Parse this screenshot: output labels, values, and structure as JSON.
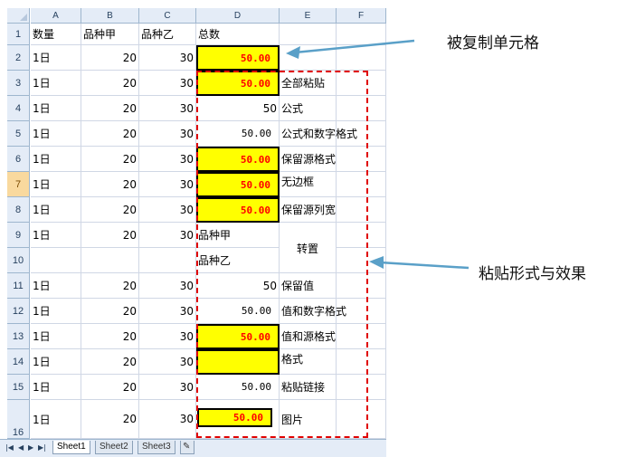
{
  "columns": [
    "A",
    "B",
    "C",
    "D",
    "E",
    "F"
  ],
  "rows": [
    "1",
    "2",
    "3",
    "4",
    "5",
    "6",
    "7",
    "8",
    "9",
    "10",
    "11",
    "12",
    "13",
    "14",
    "15",
    "16"
  ],
  "selected_row": "7",
  "header": {
    "a": "数量",
    "b": "品种甲",
    "c": "品种乙",
    "d": "总数"
  },
  "data_rows": [
    {
      "row": "2",
      "a": "1日",
      "b": "20",
      "c": "30",
      "d": "50.00",
      "e": ""
    },
    {
      "row": "3",
      "a": "1日",
      "b": "20",
      "c": "30",
      "d": "50.00",
      "e": "全部粘贴"
    },
    {
      "row": "4",
      "a": "1日",
      "b": "20",
      "c": "30",
      "d": "50",
      "e": "公式"
    },
    {
      "row": "5",
      "a": "1日",
      "b": "20",
      "c": "30",
      "d": "50.00",
      "e": "公式和数字格式"
    },
    {
      "row": "6",
      "a": "1日",
      "b": "20",
      "c": "30",
      "d": "50.00",
      "e": "保留源格式"
    },
    {
      "row": "7",
      "a": "1日",
      "b": "20",
      "c": "30",
      "d": "50.00",
      "e": "无边框"
    },
    {
      "row": "8",
      "a": "1日",
      "b": "20",
      "c": "30",
      "d": "50.00",
      "e": "保留源列宽"
    },
    {
      "row": "9",
      "a": "1日",
      "b": "20",
      "c": "30",
      "d": "品种甲",
      "e": "转置"
    },
    {
      "row": "10",
      "a": "",
      "b": "",
      "c": "",
      "d": "品种乙",
      "e": ""
    },
    {
      "row": "11",
      "a": "1日",
      "b": "20",
      "c": "30",
      "d": "50",
      "e": "保留值"
    },
    {
      "row": "12",
      "a": "1日",
      "b": "20",
      "c": "30",
      "d": "50.00",
      "e": "值和数字格式"
    },
    {
      "row": "13",
      "a": "1日",
      "b": "20",
      "c": "30",
      "d": "50.00",
      "e": "值和源格式"
    },
    {
      "row": "14",
      "a": "1日",
      "b": "20",
      "c": "30",
      "d": "",
      "e": "格式"
    },
    {
      "row": "15",
      "a": "1日",
      "b": "20",
      "c": "30",
      "d": "50.00",
      "e": "粘贴链接"
    },
    {
      "row": "16",
      "a": "1日",
      "b": "20",
      "c": "30",
      "d": "50.00",
      "e": "图片"
    }
  ],
  "sheet_tabs": [
    "Sheet1",
    "Sheet2",
    "Sheet3"
  ],
  "annotations": {
    "copied_cell": "被复制单元格",
    "paste_effects": "粘贴形式与效果"
  },
  "colors": {
    "highlight": "#ffff00",
    "value_red": "#ff0000",
    "dash_box": "#e00000",
    "arrow": "#5aa0c8"
  }
}
